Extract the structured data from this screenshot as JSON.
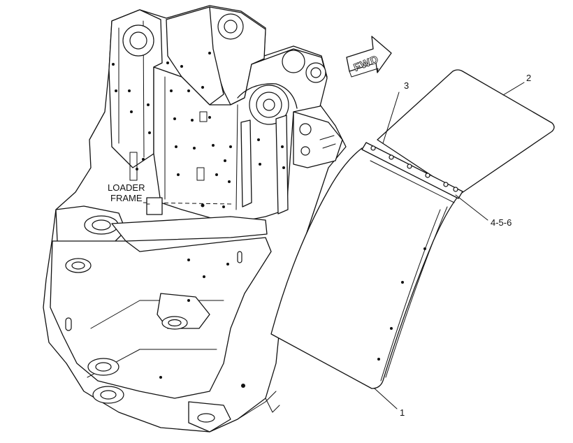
{
  "callouts": {
    "frame_label_line1": "LOADER",
    "frame_label_line2": "FRAME",
    "forward_arrow": "FWD",
    "part_1": "1",
    "part_2": "2",
    "part_3": "3",
    "part_4_5_6": "4-5-6"
  },
  "line_color": "#111111",
  "background_color": "#ffffff"
}
